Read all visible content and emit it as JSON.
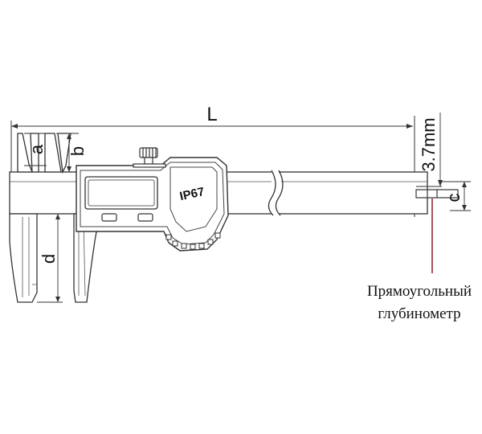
{
  "dimensions": {
    "length": "L",
    "jaw_a": "a",
    "jaw_b": "b",
    "jaw_d": "d",
    "depth_c": "c",
    "depth_width": "3.7mm"
  },
  "display": {
    "rating": "IP67"
  },
  "callout": {
    "line1": "Прямоугольный",
    "line2": "глубинометр",
    "color": "#8b1a2a"
  }
}
